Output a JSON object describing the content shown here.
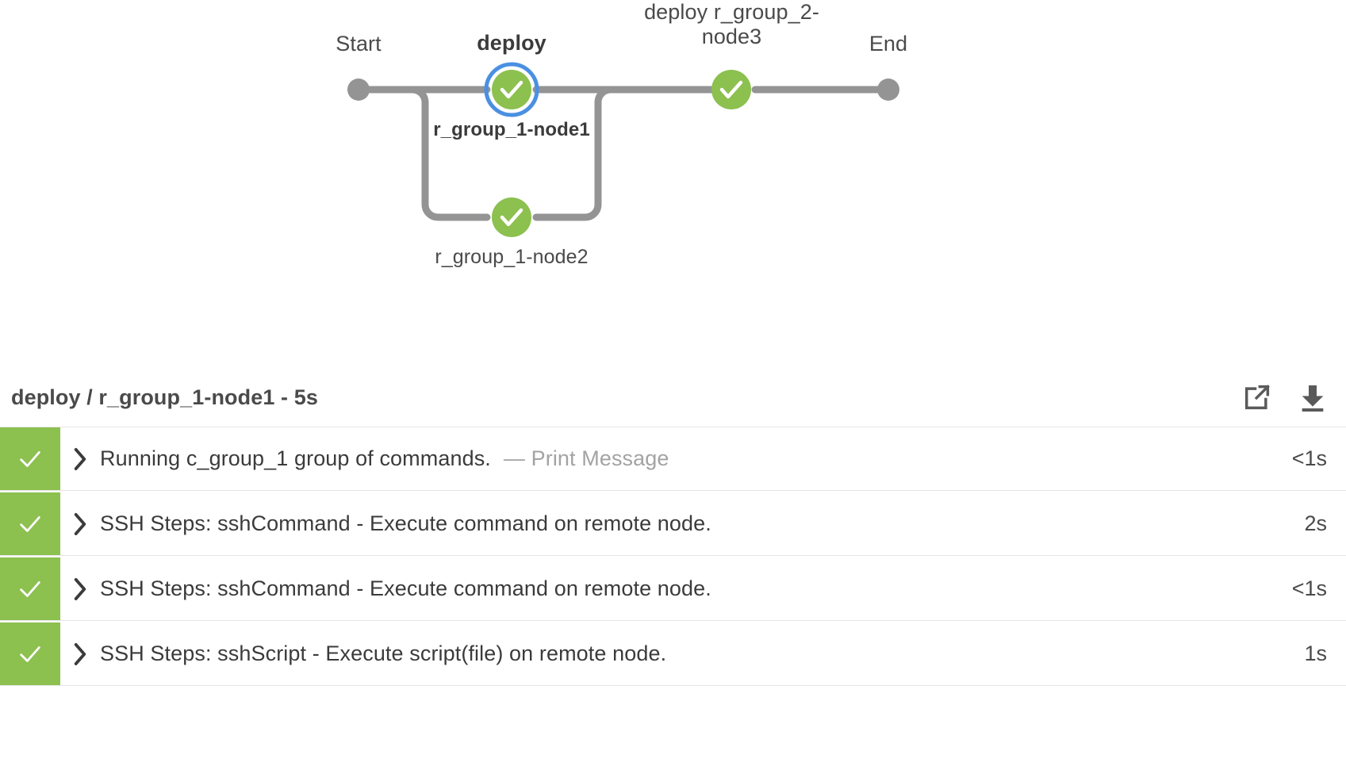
{
  "graph": {
    "nodes": [
      {
        "id": "start",
        "label": "Start",
        "type": "terminal",
        "state": "idle",
        "selected": false
      },
      {
        "id": "deploy",
        "label": "deploy",
        "type": "stage",
        "state": "success",
        "selected": true,
        "branch_label": "r_group_1-node1"
      },
      {
        "id": "branch2",
        "label": "",
        "type": "stage",
        "state": "success",
        "selected": false,
        "branch_label": "r_group_1-node2"
      },
      {
        "id": "node3",
        "label": "deploy r_group_2-\nnode3",
        "type": "stage",
        "state": "success",
        "selected": false
      },
      {
        "id": "end",
        "label": "End",
        "type": "terminal",
        "state": "idle",
        "selected": false
      }
    ],
    "colors": {
      "success": "#8cc04f",
      "selected_ring": "#4a90e2",
      "terminal": "#949494",
      "connector": "#949494"
    }
  },
  "results": {
    "title": "deploy / r_group_1-node1 - 5s",
    "actions": [
      {
        "name": "open-in-new-window",
        "icon": "external-link-icon"
      },
      {
        "name": "download-logs",
        "icon": "download-icon"
      }
    ],
    "steps": [
      {
        "status": "success",
        "icon": "check-icon",
        "toggle": "chevron-right-icon",
        "text": "Running c_group_1 group of commands.",
        "note": "— Print Message",
        "duration": "<1s"
      },
      {
        "status": "success",
        "icon": "check-icon",
        "toggle": "chevron-right-icon",
        "text": "SSH Steps: sshCommand - Execute command on remote node.",
        "note": "",
        "duration": "2s"
      },
      {
        "status": "success",
        "icon": "check-icon",
        "toggle": "chevron-right-icon",
        "text": "SSH Steps: sshCommand - Execute command on remote node.",
        "note": "",
        "duration": "<1s"
      },
      {
        "status": "success",
        "icon": "check-icon",
        "toggle": "chevron-right-icon",
        "text": "SSH Steps: sshScript - Execute script(file) on remote node.",
        "note": "",
        "duration": "1s"
      }
    ]
  }
}
